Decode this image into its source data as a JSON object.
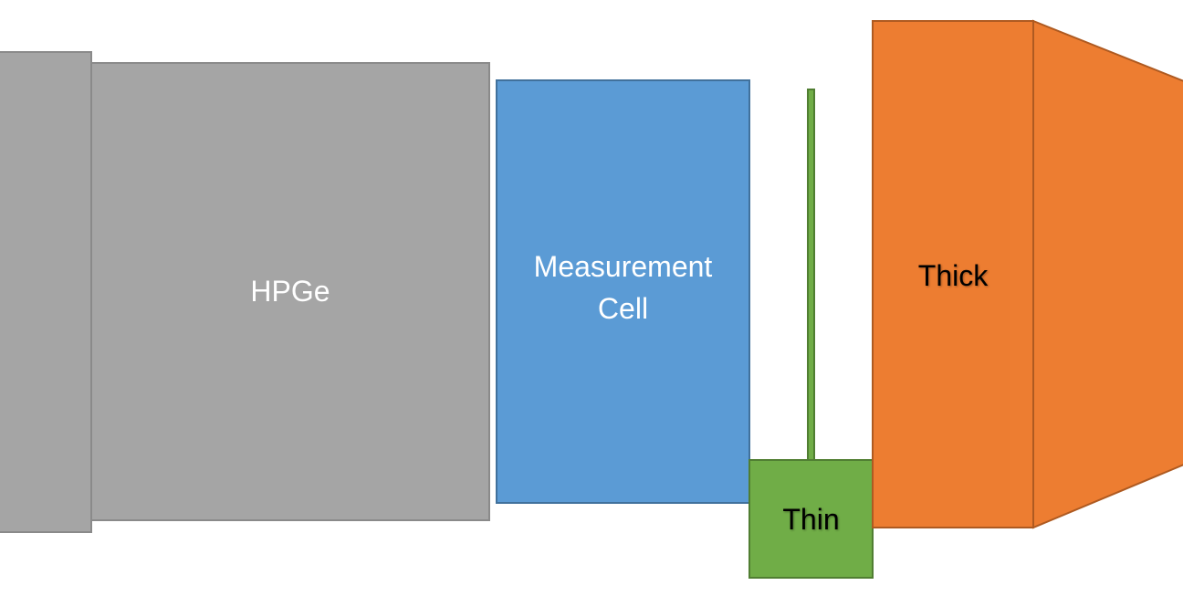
{
  "diagram": {
    "blocks": {
      "hpge": {
        "label": "HPGe",
        "fill": "#a5a5a5",
        "stroke": "#8a8a8a",
        "text_color": "#ffffff"
      },
      "measurement_cell": {
        "label": "Measurement\nCell",
        "fill": "#5b9bd5",
        "stroke": "#41719c",
        "text_color": "#ffffff"
      },
      "thin": {
        "label": "Thin",
        "fill": "#70ad47",
        "stroke": "#507e32",
        "text_color": "#000000"
      },
      "thick": {
        "label": "Thick",
        "fill": "#ed7d31",
        "stroke": "#ae5a21",
        "text_color": "#000000"
      }
    }
  }
}
